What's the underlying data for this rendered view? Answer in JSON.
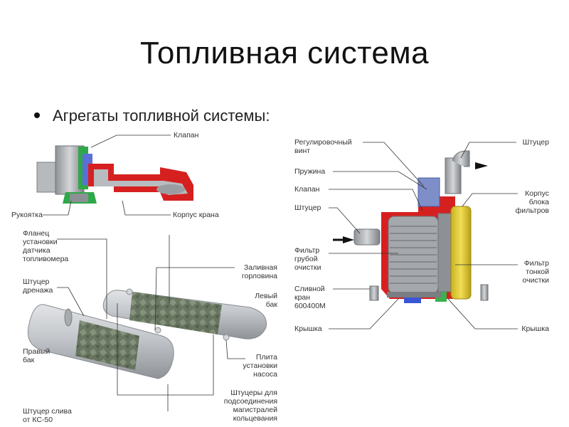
{
  "title": "Топливная система",
  "bullet": "Агрегаты топливной системы:",
  "colors": {
    "casing_red": "#d62020",
    "valve_green": "#2fa84a",
    "valve_blue": "#5a6fd8",
    "filter_yellow": "#e8d23a",
    "tank_body": "#b9bcc0",
    "fuel_dark": "#5f6e56"
  },
  "valve_labels": {
    "klapan": "Клапан",
    "rukoyatka": "Рукоятка",
    "korpus_krana": "Корпус крана"
  },
  "tank_labels": {
    "flanets": "Фланец\nустановки\nдатчика\nтопливомера",
    "shtutser_drenazha": "Штуцер\nдренажа",
    "pravyi_bak": "Правый\nбак",
    "shtutser_sliva": "Штуцер слива\nот КС-50",
    "zalivnaya": "Заливная\nгорловина",
    "levyi_bak": "Левый\nбак",
    "plita": "Плита\nустановки\nнасоса",
    "shtutsery": "Штуцеры для\nподсоединения\nмагистралей\nкольцевания"
  },
  "filter_labels": {
    "regulirovochnyi": "Регулировочный\nвинт",
    "pruzhina": "Пружина",
    "klapan": "Клапан",
    "shtutser_left": "Штуцер",
    "filtr_gruboi": "Фильтр\nгрубой\nочистки",
    "slivnoi_kran": "Сливной\nкран\n600400М",
    "kryshka_left": "Крышка",
    "shtutser_right": "Штуцер",
    "korpus_bloka": "Корпус\nблока\nфильтров",
    "filtr_tonkoi": "Фильтр\nтонкой\nочистки",
    "kryshka_right": "Крышка"
  }
}
